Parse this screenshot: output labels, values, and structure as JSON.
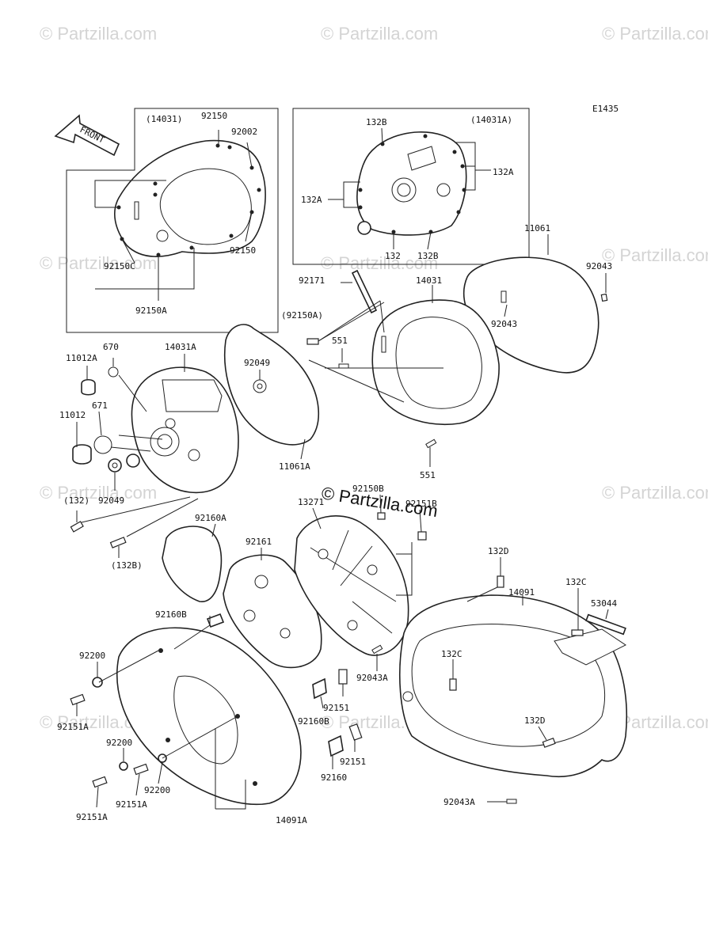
{
  "diagram_code": "E1435",
  "front_label": "FRONT",
  "watermark": "© Partzilla.com",
  "labels": {
    "inset_left_ref": "(14031)",
    "inset_left_92150_top": "92150",
    "inset_left_92002": "92002",
    "inset_left_92150_right": "92150",
    "inset_left_92150C": "92150C",
    "inset_left_92150A": "92150A",
    "inset_right_132B_top": "132B",
    "inset_right_ref": "(14031A)",
    "inset_right_132A_right": "132A",
    "inset_right_132A_left": "132A",
    "inset_right_132": "132",
    "inset_right_132B_bottom": "132B",
    "p11061": "11061",
    "p92043_top": "92043",
    "p92043_mid": "92043",
    "p92171": "92171",
    "p14031": "14031",
    "p92150A_paren": "(92150A)",
    "p551_top": "551",
    "p551_bottom": "551",
    "p670": "670",
    "p11012A": "11012A",
    "p14031A": "14031A",
    "p92049_top": "92049",
    "p671": "671",
    "p11012": "11012",
    "p11061A": "11061A",
    "p92049_left": "92049",
    "p132_paren": "(132)",
    "p92150B": "92150B",
    "p13271": "13271",
    "p92151B": "92151B",
    "p92160A": "92160A",
    "p132B_paren": "(132B)",
    "p92161": "92161",
    "p132D_top": "132D",
    "p132C_top": "132C",
    "p14091": "14091",
    "p53044": "53044",
    "p92160B_top": "92160B",
    "p92200_top": "92200",
    "p132C_mid": "132C",
    "p92043A_mid": "92043A",
    "p92151A_left": "92151A",
    "p92151_top": "92151",
    "p92160B_mid": "92160B",
    "p132D_mid": "132D",
    "p92200_mid": "92200",
    "p92151_bottom": "92151",
    "p92160": "92160",
    "p92200_bottom": "92200",
    "p92151A_mid": "92151A",
    "p92151A_bottom": "92151A",
    "p14091A": "14091A",
    "p92043A_bottom": "92043A"
  }
}
